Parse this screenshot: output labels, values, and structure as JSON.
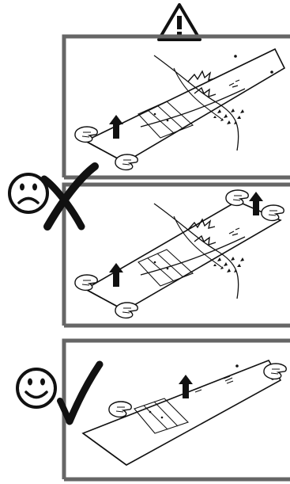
{
  "warning": {
    "icon": "warning-triangle-icon"
  },
  "panels": [
    {
      "id": "wrong-one-end",
      "verdict": "incorrect",
      "icons": [
        "sad-face-icon",
        "cross-mark-icon"
      ],
      "damage": "broken-panel-icon",
      "lift_points": 1
    },
    {
      "id": "wrong-both-ends",
      "verdict": "incorrect",
      "icons": [
        "sad-face-icon",
        "cross-mark-icon"
      ],
      "damage": "broken-panel-icon",
      "lift_points": 2
    },
    {
      "id": "correct-flat",
      "verdict": "correct",
      "icons": [
        "happy-face-icon",
        "check-mark-icon"
      ],
      "damage": null,
      "lift_points": 1
    }
  ],
  "colors": {
    "frame": "#666666",
    "ink": "#111111",
    "background": "#ffffff"
  }
}
